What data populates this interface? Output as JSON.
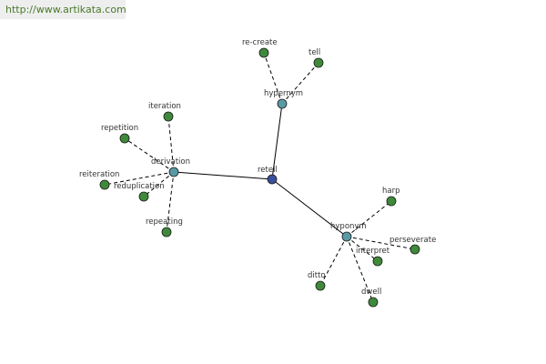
{
  "watermark": {
    "text": "http://www.artikata.com"
  },
  "colors": {
    "center": "#3b4f9c",
    "relation": "#5a9aa6",
    "leaf": "#3f8a3a",
    "edge": "#000000",
    "label": "#333333"
  },
  "graph": {
    "center": {
      "id": "retell",
      "label": "retell"
    },
    "relations": [
      {
        "id": "hypernym",
        "label": "hypernym",
        "leaves": [
          {
            "id": "re-create",
            "label": "re-create"
          },
          {
            "id": "tell",
            "label": "tell"
          }
        ]
      },
      {
        "id": "derivation",
        "label": "derivation",
        "leaves": [
          {
            "id": "iteration",
            "label": "iteration"
          },
          {
            "id": "repetition",
            "label": "repetition"
          },
          {
            "id": "reiteration",
            "label": "reiteration"
          },
          {
            "id": "reduplication",
            "label": "reduplication"
          },
          {
            "id": "repeating",
            "label": "repeating"
          }
        ]
      },
      {
        "id": "hyponym",
        "label": "hyponym",
        "leaves": [
          {
            "id": "harp",
            "label": "harp"
          },
          {
            "id": "perseverate",
            "label": "perseverate"
          },
          {
            "id": "interpret",
            "label": "interpret"
          },
          {
            "id": "ditto",
            "label": "ditto"
          },
          {
            "id": "dwell",
            "label": "dwell"
          }
        ]
      }
    ]
  }
}
